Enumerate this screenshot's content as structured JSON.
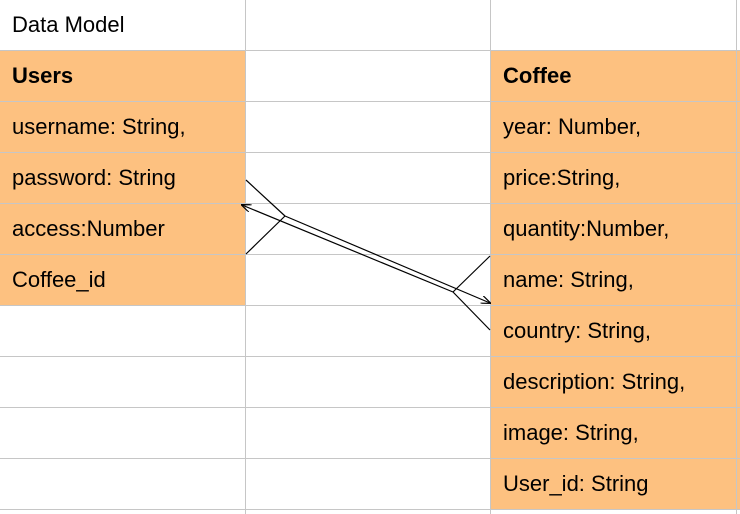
{
  "title": "Data Model",
  "users": {
    "header": "Users",
    "fields": [
      "username: String,",
      "password: String",
      "access:Number",
      "Coffee_id"
    ]
  },
  "coffee": {
    "header": "Coffee",
    "fields": [
      "year: Number,",
      "price:String,",
      "quantity:Number,",
      "name: String,",
      "country: String,",
      "description: String,",
      "image: String,",
      "User_id: String"
    ]
  },
  "colors": {
    "entity_fill": "#fdc180",
    "grid": "#c6c6c6"
  }
}
